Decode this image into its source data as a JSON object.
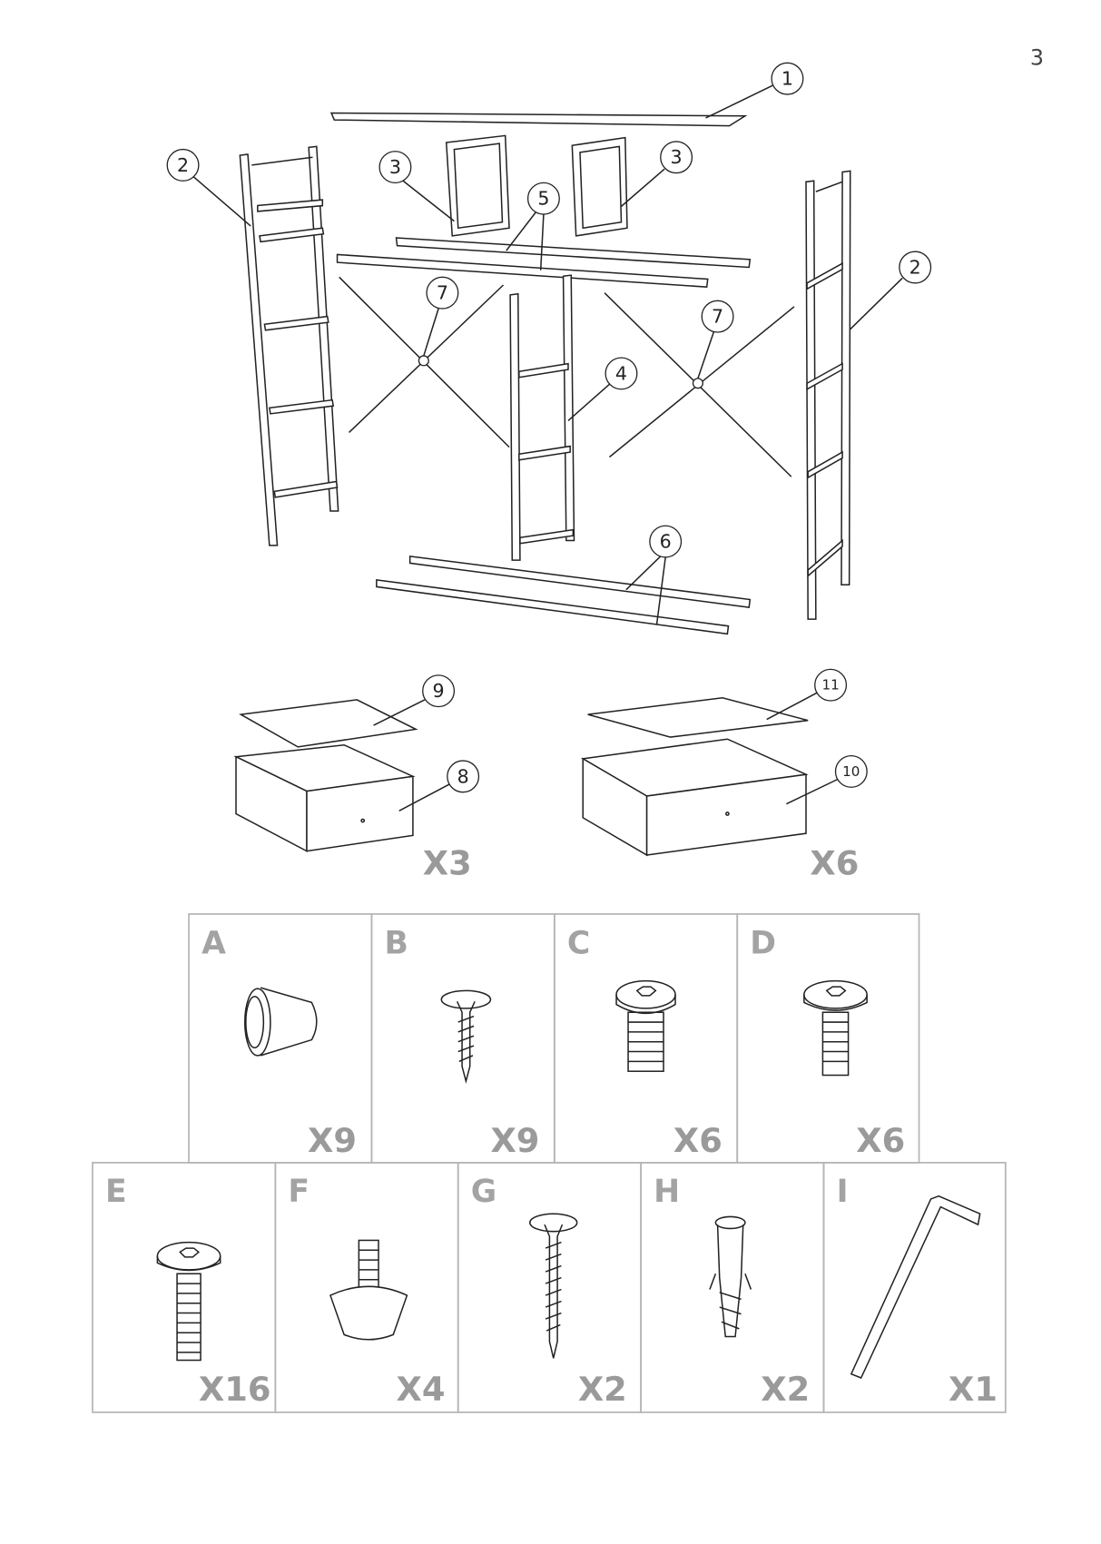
{
  "page_number": "3",
  "callouts": [
    "1",
    "2",
    "3",
    "3",
    "5",
    "2",
    "7",
    "7",
    "4",
    "6",
    "9",
    "8",
    "11",
    "10"
  ],
  "drawer_quantities": {
    "small": "X3",
    "large": "X6"
  },
  "hardware": [
    {
      "label": "A",
      "qty": "X9",
      "icon": "plug-cap-icon"
    },
    {
      "label": "B",
      "qty": "X9",
      "icon": "short-wood-screw-icon"
    },
    {
      "label": "C",
      "qty": "X6",
      "icon": "short-hex-bolt-icon"
    },
    {
      "label": "D",
      "qty": "X6",
      "icon": "hex-bolt-icon"
    },
    {
      "label": "E",
      "qty": "X16",
      "icon": "long-hex-bolt-icon"
    },
    {
      "label": "F",
      "qty": "X4",
      "icon": "adjustable-foot-icon"
    },
    {
      "label": "G",
      "qty": "X2",
      "icon": "long-wood-screw-icon"
    },
    {
      "label": "H",
      "qty": "X2",
      "icon": "wall-anchor-icon"
    },
    {
      "label": "I",
      "qty": "X1",
      "icon": "allen-key-icon"
    }
  ]
}
